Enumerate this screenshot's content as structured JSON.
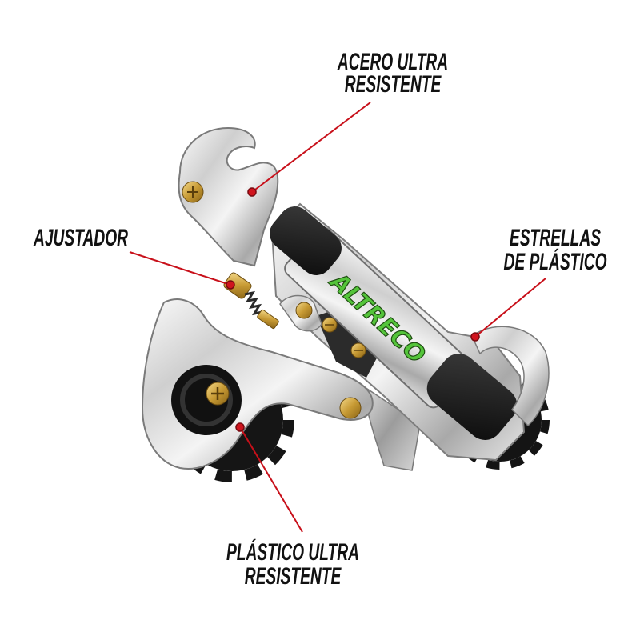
{
  "callouts": {
    "steel": {
      "line1": "ACERO ULTRA",
      "line2": "RESISTENTE"
    },
    "adjuster": {
      "line1": "AJUSTADOR"
    },
    "stars": {
      "line1": "ESTRELLAS",
      "line2": "DE PLÁSTICO"
    },
    "plastic": {
      "line1": "PLÁSTICO ULTRA",
      "line2": "RESISTENTE"
    }
  },
  "product": {
    "logo_text": "ALTRECO"
  },
  "colors": {
    "background": "#ffffff",
    "label_text": "#111111",
    "callout_line": "#c8101a",
    "callout_dot": "#d0141e",
    "logo_green": "#54c43a"
  }
}
